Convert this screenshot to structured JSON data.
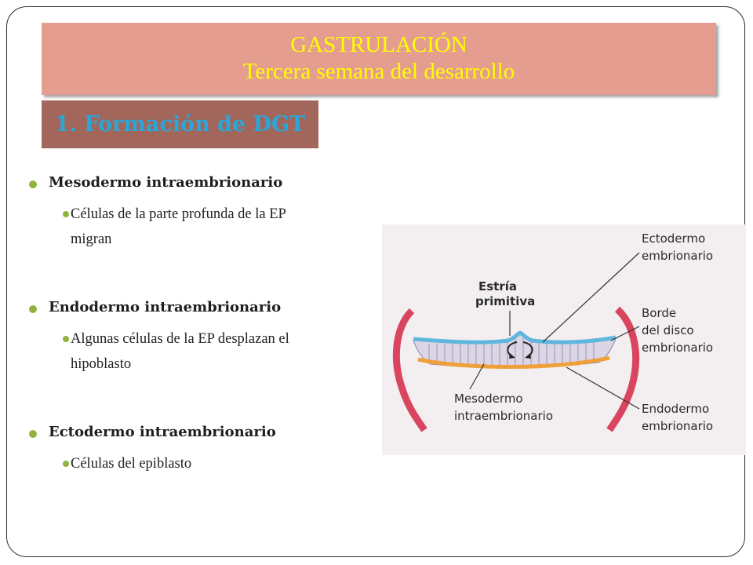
{
  "title": {
    "line1": "GASTRULACIÓN",
    "line2": "Tercera semana del desarrollo"
  },
  "subtitle": "1. Formación de DGT",
  "bullets": [
    {
      "heading": "Mesodermo intraembrionario",
      "sub": [
        "Células de la parte profunda  de la EP",
        "migran"
      ]
    },
    {
      "heading": "Endodermo intraembrionario",
      "sub": [
        "Algunas células de la EP desplazan el",
        "hipoblasto"
      ]
    },
    {
      "heading": "Ectodermo intraembrionario",
      "sub": [
        "Células del epiblasto"
      ]
    }
  ],
  "diagram": {
    "labels": {
      "estria_1": "Estría",
      "estria_2": "primitiva",
      "ecto_1": "Ectodermo",
      "ecto_2": "embrionario",
      "borde_1": "Borde",
      "borde_2": "del disco",
      "borde_3": "embrionario",
      "meso_1": "Mesodermo",
      "meso_2": "intraembrionario",
      "endo_1": "Endodermo",
      "endo_2": "embrionario"
    },
    "colors": {
      "ectoderm": "#5fb7dd",
      "endoderm": "#f0a03a",
      "amnion": "#d9455f",
      "background": "#f3eff0"
    }
  },
  "colors": {
    "title_bg": "#e59d90",
    "title_text": "#ffff00",
    "subtitle_bg": "#a3665a",
    "subtitle_text": "#2aa6d8",
    "bullet": "#8fb33d"
  }
}
